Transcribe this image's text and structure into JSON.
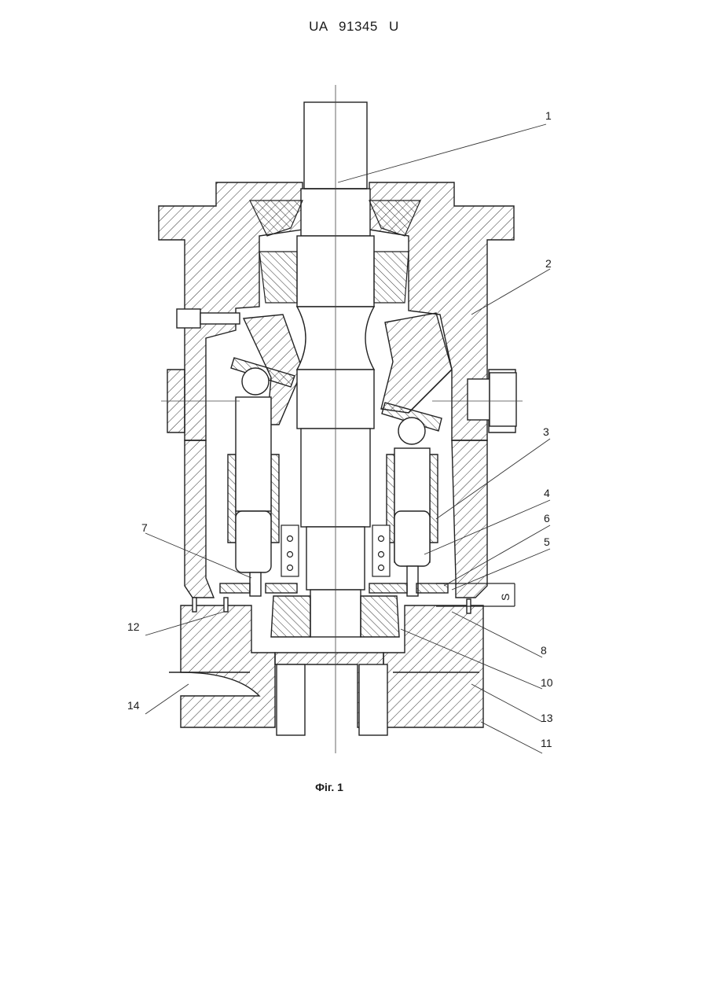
{
  "header": {
    "patent_number": "UA 91345 U"
  },
  "figure": {
    "caption": "Фіг. 1",
    "callouts": {
      "c1": "1",
      "c2": "2",
      "c3": "3",
      "c4": "4",
      "c5": "5",
      "c6": "6",
      "c7": "7",
      "c8": "8",
      "c10": "10",
      "c11": "11",
      "c12": "12",
      "c13": "13",
      "c14": "14",
      "s": "S"
    }
  }
}
